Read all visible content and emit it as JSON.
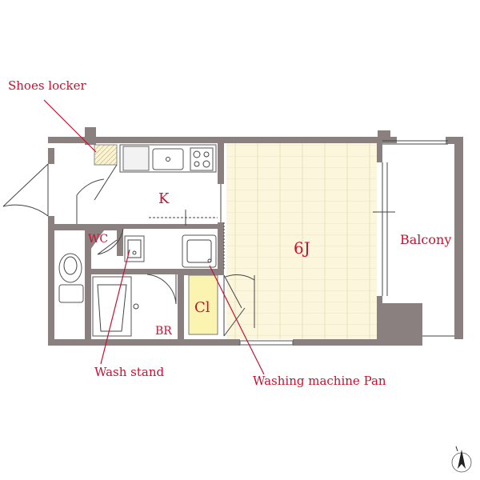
{
  "rooms": {
    "kitchen": "K",
    "main_room": "6J",
    "balcony": "Balcony",
    "wc": "WC",
    "bathroom": "BR",
    "closet": "Cl"
  },
  "callouts": {
    "shoes_locker": "Shoes locker",
    "wash_stand": "Wash stand",
    "washing_machine_pan": "Washing machine Pan"
  },
  "colors": {
    "wall": "#8a8080",
    "label": "#c8102e",
    "floor_wood": "#fbf6dc",
    "closet_fill": "#fbf4b0",
    "shoe_locker_fill": "#f6e9b4"
  }
}
